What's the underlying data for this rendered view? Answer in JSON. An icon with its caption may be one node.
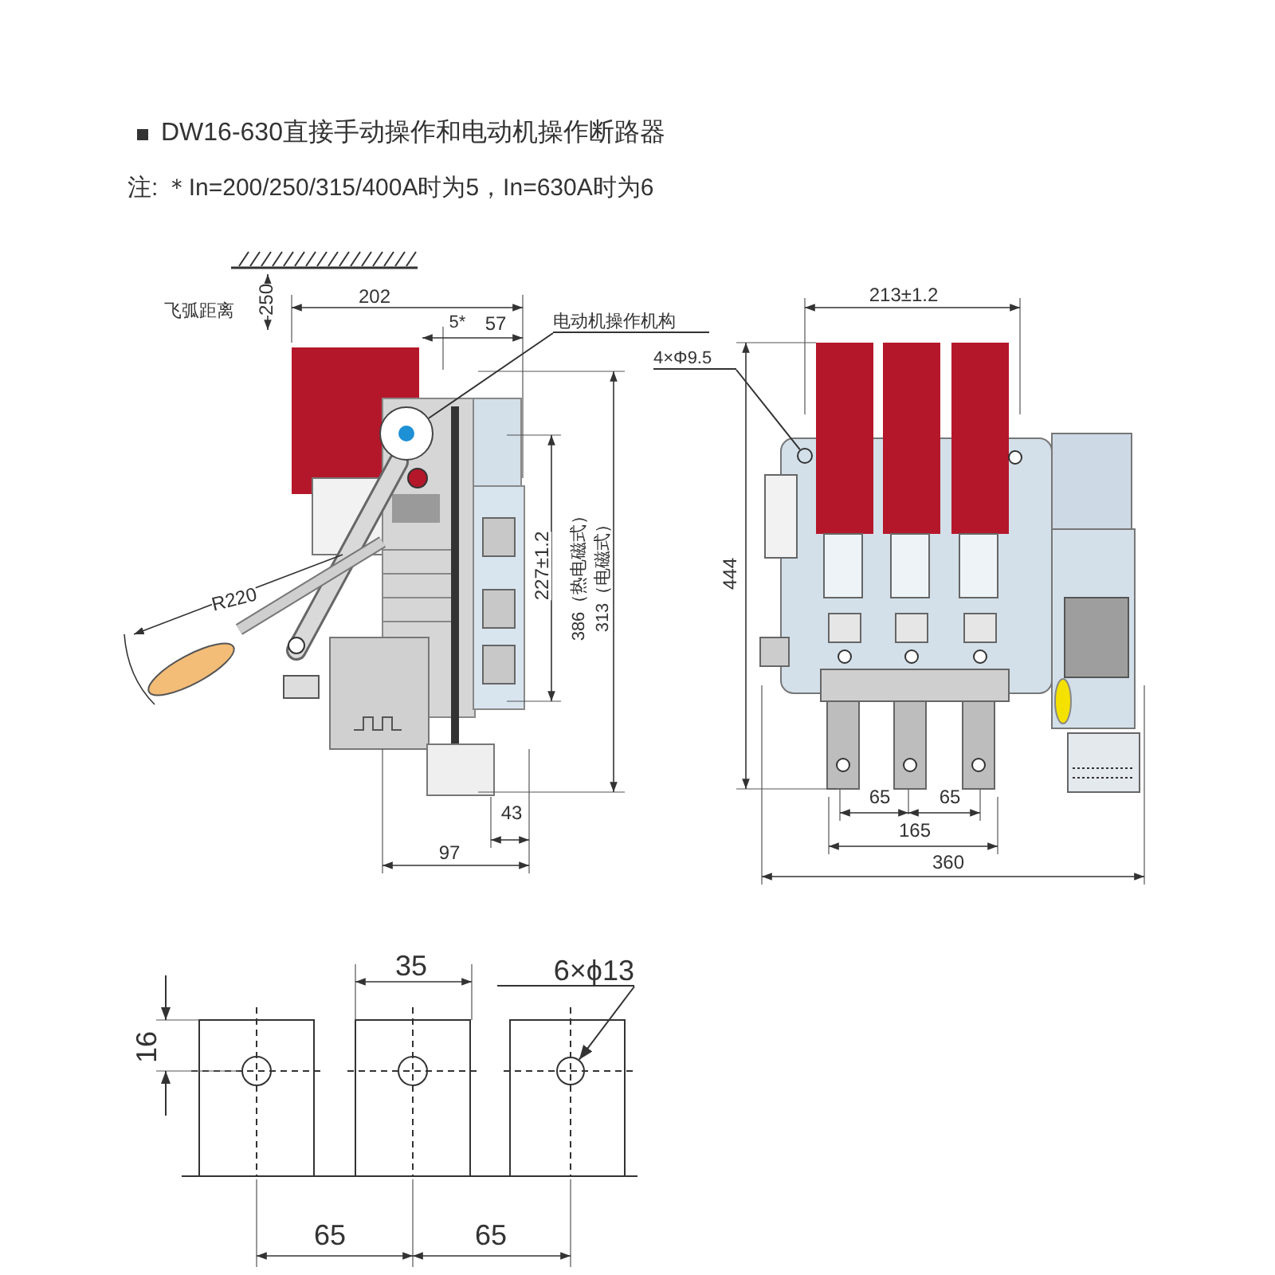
{
  "diagram": {
    "title": "DW16-630直接手动操作和电动机操作断路器",
    "nodes": [
      {
        "text": [
          "电动机操作机构"
        ]
      },
      {
        "text": [],
        "shape": "picture"
      },
      {
        "text": [
          "4×Φ9.5"
        ]
      },
      {
        "text": [],
        "shape": "circle"
      },
      {
        "text": [
          "6×ϕ13"
        ]
      },
      {
        "text": [],
        "shape": "circle"
      }
    ],
    "edges": [
      {
        "from": 0,
        "to": 1,
        "arrow": "none"
      },
      {
        "from": 2,
        "to": 3,
        "arrow": "none"
      },
      {
        "from": 4,
        "to": 5,
        "arrow": "to"
      }
    ],
    "labels": [
      "注: ＊In=200/250/315/400A时为5，In=630A时为6",
      "飞弧距离",
      "250",
      "202",
      "5*",
      "57",
      "213±1.2",
      "444",
      "227±1.2",
      "386（热电磁式）",
      "313（电磁式）",
      "R220",
      "65",
      "65",
      "165",
      "43",
      "97",
      "360",
      "35",
      "16",
      "65",
      "65"
    ]
  }
}
